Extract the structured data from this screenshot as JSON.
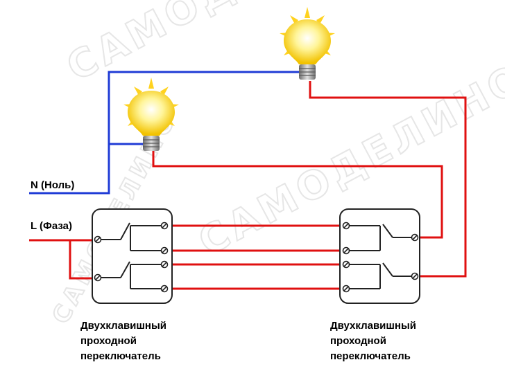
{
  "watermark": "САМОДЕЛИНО",
  "labels": {
    "neutral": "N (Ноль)",
    "phase": "L (Фаза)"
  },
  "switches": {
    "left": {
      "caption_line1": "Двухклавишный",
      "caption_line2": "проходной",
      "caption_line3": "переключатель"
    },
    "right": {
      "caption_line1": "Двухклавишный",
      "caption_line2": "проходной",
      "caption_line3": "переключатель"
    }
  },
  "colors": {
    "neutral_wire": "#1f3bd6",
    "phase_wire": "#e01010",
    "switch_box": "#222222",
    "bulb_glow": "#fff27a",
    "bulb_ray": "#ffd21f",
    "bulb_base": "#9a9a9a"
  }
}
